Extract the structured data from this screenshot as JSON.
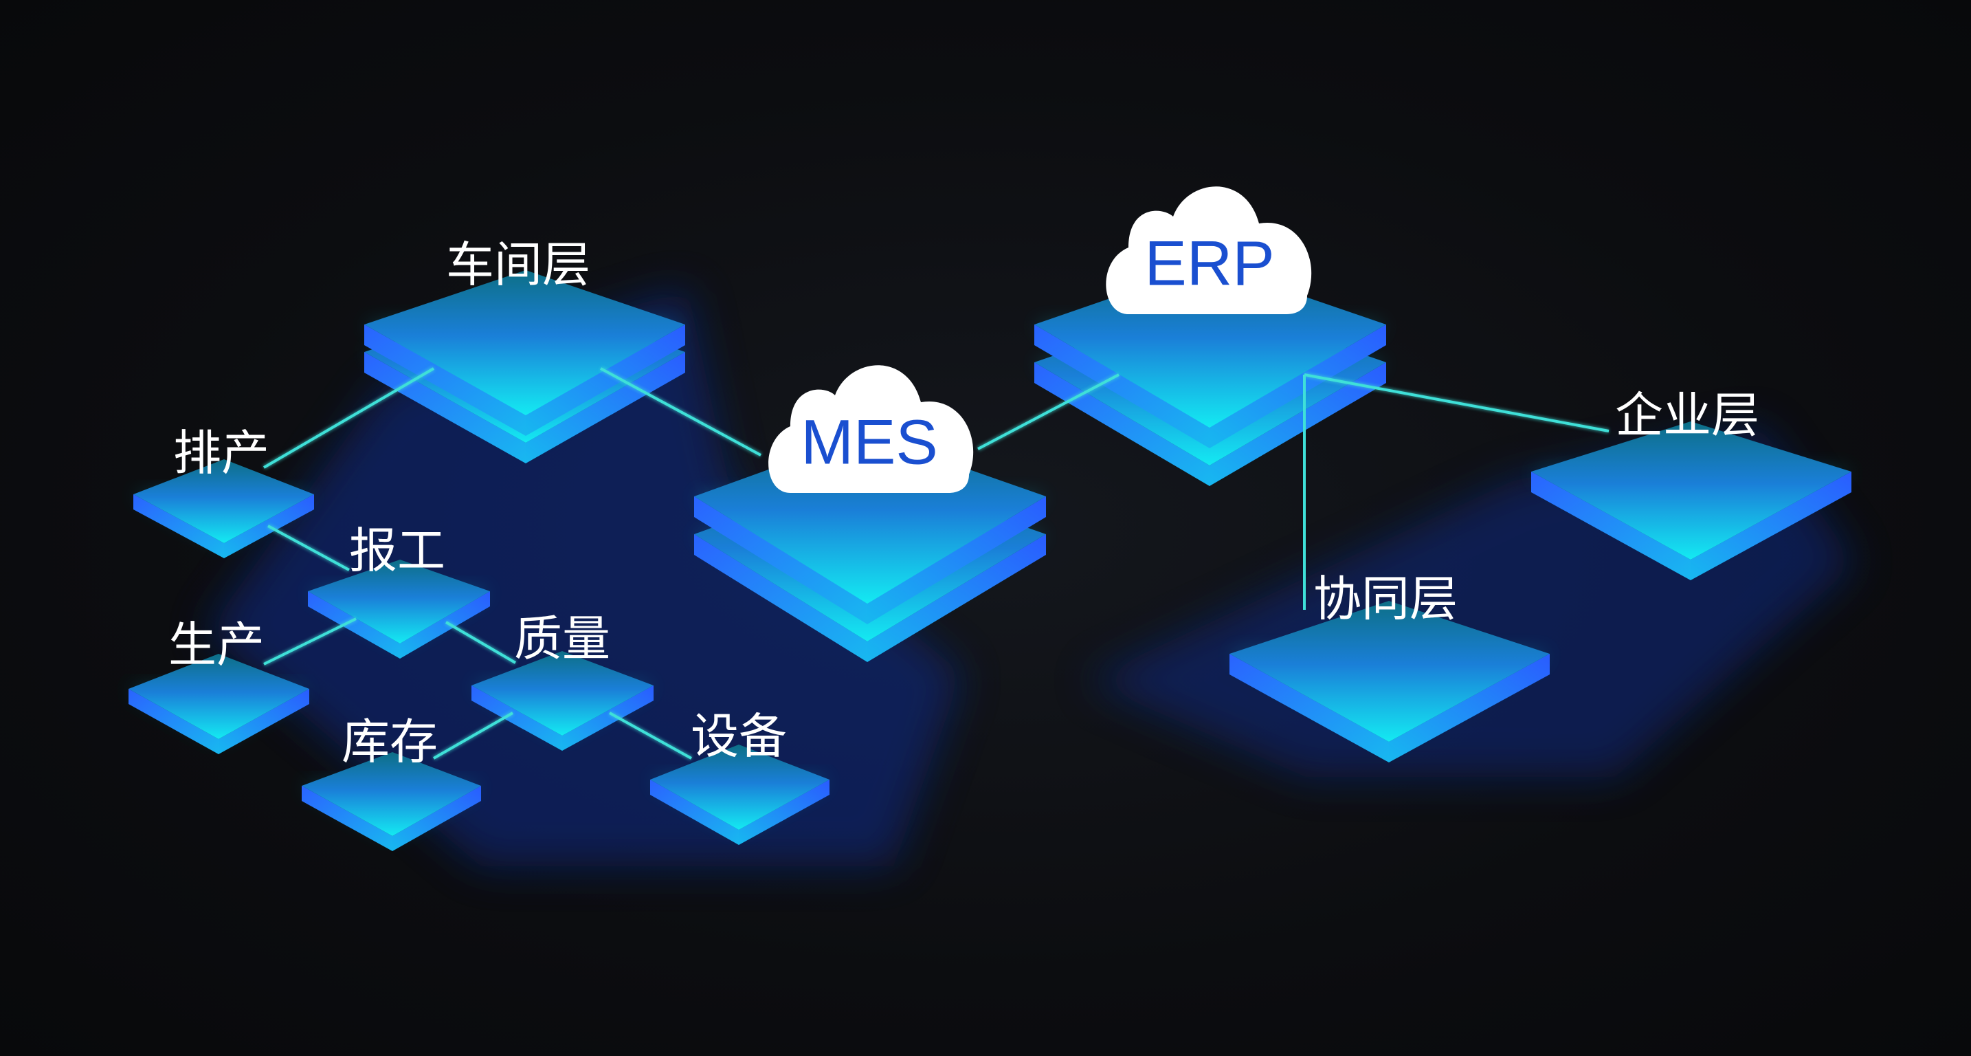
{
  "diagram": {
    "systems": [
      {
        "id": "mes",
        "label": "MES"
      },
      {
        "id": "erp",
        "label": "ERP"
      }
    ],
    "layers": {
      "workshop": "车间层",
      "enterprise": "企业层",
      "collaboration": "协同层"
    },
    "modules": {
      "scheduling": "排产",
      "reporting": "报工",
      "production": "生产",
      "quality": "质量",
      "inventory": "库存",
      "equipment": "设备"
    },
    "colors": {
      "cloud_text": "#1a4fd0",
      "connector": "#3fe0d8",
      "tile_side": "#1f5cf0",
      "tile_top_glow": "#12e4f0"
    }
  }
}
